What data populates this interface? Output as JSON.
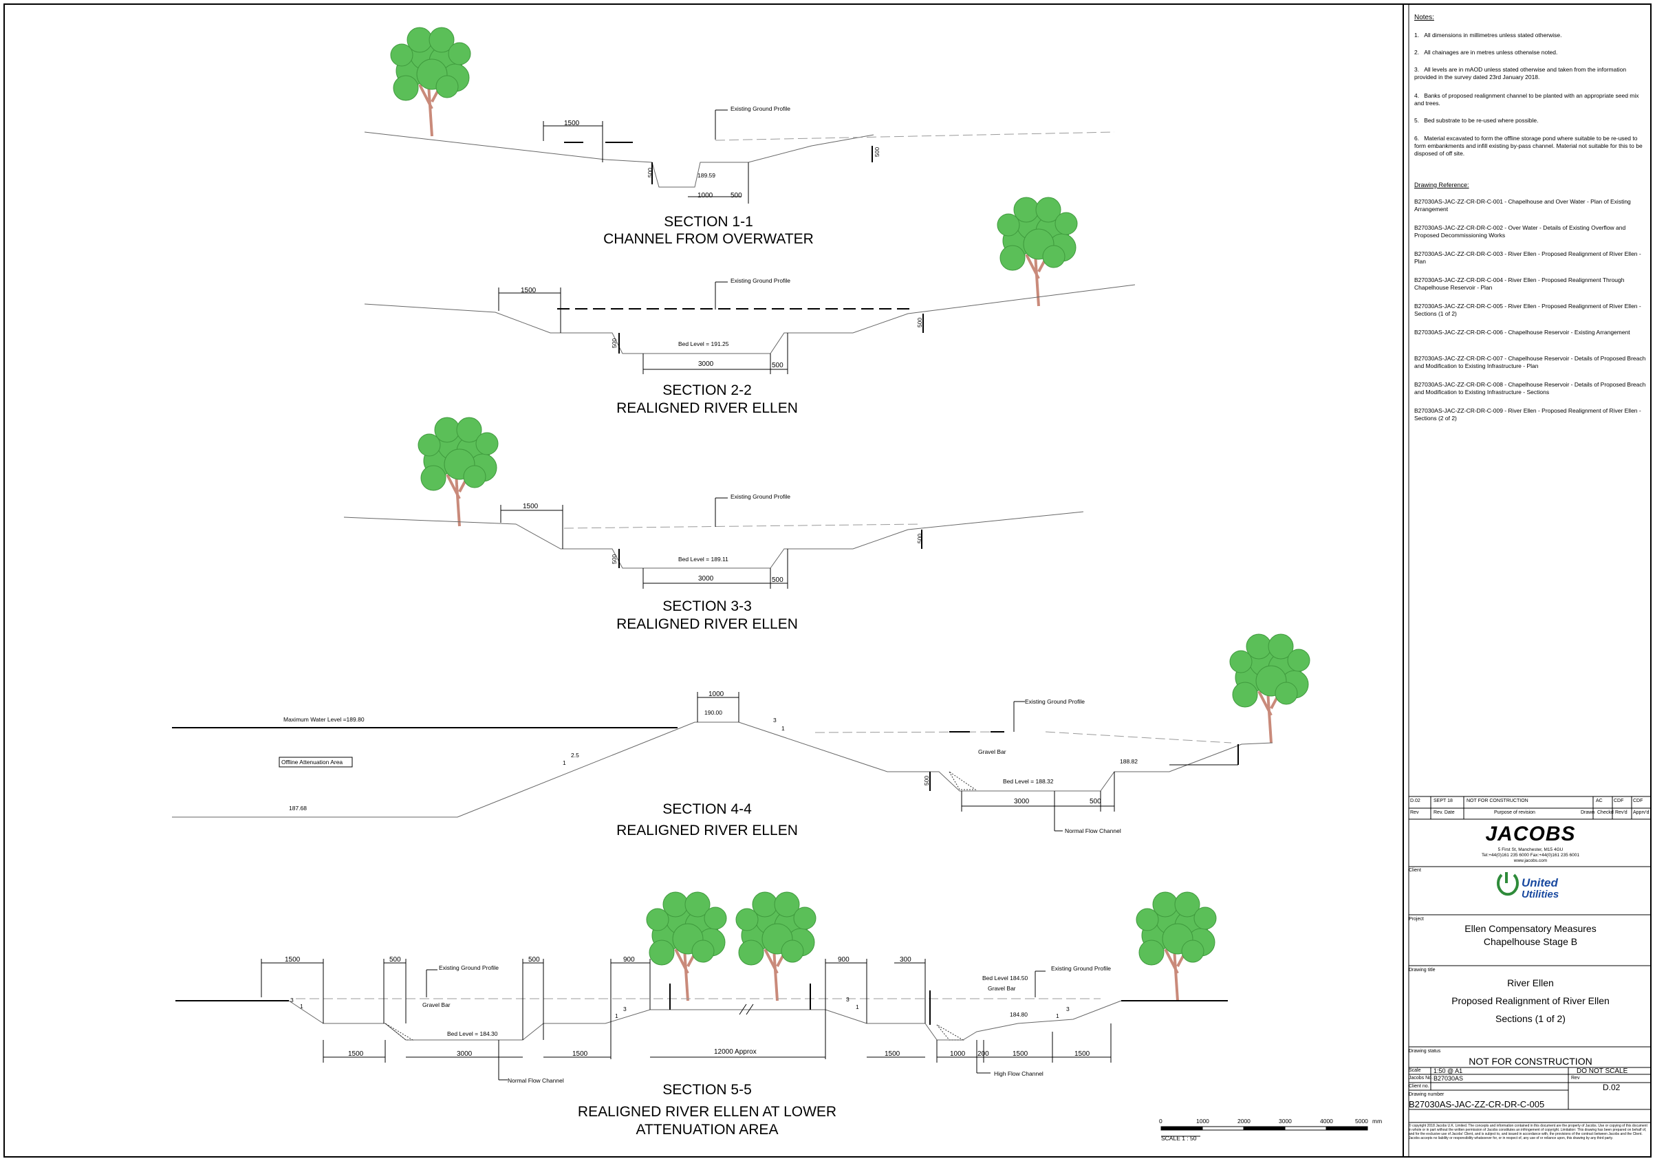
{
  "sections": [
    {
      "title": "SECTION 1-1",
      "subtitle": "CHANNEL FROM OVERWATER",
      "labels": {
        "ground": "Existing Ground Profile",
        "top_width": "1500",
        "bed_level": "189.59",
        "bed_width": "1000",
        "offset": "500",
        "depth_left": "500",
        "depth_right": "500"
      }
    },
    {
      "title": "SECTION 2-2",
      "subtitle": "REALIGNED RIVER ELLEN",
      "labels": {
        "ground": "Existing Ground Profile",
        "top_width": "1500",
        "bed_level": "Bed Level = 191.25",
        "bed_width": "3000",
        "offset": "500",
        "depth_left": "500",
        "depth_right": "500"
      }
    },
    {
      "title": "SECTION 3-3",
      "subtitle": "REALIGNED RIVER ELLEN",
      "labels": {
        "ground": "Existing Ground Profile",
        "top_width": "1500",
        "bed_level": "Bed Level = 189.11",
        "bed_width": "3000",
        "offset": "500",
        "depth_left": "500",
        "depth_right": "500"
      }
    },
    {
      "title": "SECTION 4-4",
      "subtitle": "REALIGNED RIVER ELLEN",
      "labels": {
        "ground": "Existing Ground Profile",
        "crest_width": "1000",
        "crest_level": "190.00",
        "max_water": "Maximum Water Level  =189.80",
        "area": "Offline Attenuation Area",
        "slope_run": "2.5",
        "slope_rise": "1",
        "slope3": "3",
        "slope1": "1",
        "low_level": "187.68",
        "gravel": "Gravel Bar",
        "bed_level": "Bed Level = 188.32",
        "bank_level": "188.82",
        "bed_width": "3000",
        "offset": "500",
        "depth": "500",
        "normal_channel": "Normal Flow Channel"
      }
    },
    {
      "title": "SECTION 5-5",
      "subtitle": "REALIGNED RIVER ELLEN AT LOWER",
      "subtitle2": "ATTENUATION AREA",
      "labels": {
        "ground": "Existing Ground Profile",
        "ground2": "Existing Ground Profile",
        "gravel": "Gravel Bar",
        "gravel2": "Gravel Bar",
        "bed_level": "Bed Level = 184.30",
        "bed_level2": "Bed Level 184.50",
        "bank_level": "184.80",
        "normal_channel": "Normal Flow Channel",
        "high_channel": "High Flow Channel",
        "approx": "12000 Approx",
        "d1500": "1500",
        "d500": "500",
        "d900": "900",
        "d300": "300",
        "d3000": "3000",
        "d1000": "1000",
        "d200": "200",
        "s3": "3",
        "s1": "1"
      }
    }
  ],
  "scale_bar": {
    "ticks": [
      "0",
      "1000",
      "2000",
      "3000",
      "4000",
      "5000"
    ],
    "unit": "mm",
    "label": "SCALE  1 : 50"
  },
  "notes": {
    "heading": "Notes:",
    "items": [
      {
        "num": "1.",
        "text": "All dimensions in millimetres unless stated otherwise."
      },
      {
        "num": "2.",
        "text": "All chainages are in metres unless otherwise noted."
      },
      {
        "num": "3.",
        "text": "All levels are in mAOD unless stated otherwise and taken from the information provided in the survey dated 23rd January 2018."
      },
      {
        "num": "4.",
        "text": "Banks of proposed realignment channel to be planted with an appropriate seed mix and trees."
      },
      {
        "num": "5.",
        "text": "Bed substrate to be re-used where possible."
      },
      {
        "num": "6.",
        "text": "Material excavated to form the offline storage pond where suitable to be re-used to form embankments and infill existing by-pass channel.  Material not suitable for this to be disposed of off site."
      }
    ]
  },
  "drawing_reference": {
    "heading": "Drawing Reference:",
    "items": [
      "B27030AS-JAC-ZZ-CR-DR-C-001 - Chapelhouse and Over Water - Plan of Existing Arrangement",
      "B27030AS-JAC-ZZ-CR-DR-C-002 - Over Water - Details of Existing Overflow and Proposed Decommissioning Works",
      "B27030AS-JAC-ZZ-CR-DR-C-003 - River Ellen - Proposed Realignment of River Ellen - Plan",
      "B27030AS-JAC-ZZ-CR-DR-C-004 - River Ellen - Proposed Realignment Through Chapelhouse Reservoir - Plan",
      "B27030AS-JAC-ZZ-CR-DR-C-005 - River Ellen - Proposed Realignment of River Ellen - Sections (1 of 2)",
      "B27030AS-JAC-ZZ-CR-DR-C-006 - Chapelhouse Reservoir - Existing Arrangement",
      "B27030AS-JAC-ZZ-CR-DR-C-007 - Chapelhouse Reservoir - Details of Proposed Breach and Modification to Existing Infrastructure - Plan",
      "B27030AS-JAC-ZZ-CR-DR-C-008 - Chapelhouse Reservoir - Details of Proposed Breach and Modification to Existing Infrastructure - Sections",
      "B27030AS-JAC-ZZ-CR-DR-C-009 - River Ellen - Proposed Realignment of River Ellen - Sections (2 of 2)"
    ]
  },
  "revision": {
    "row": {
      "rev": "D.02",
      "date": "SEPT 18",
      "purpose": "NOT FOR CONSTRUCTION",
      "drawn": "AC",
      "checked": "CDF",
      "approved": "CDF"
    },
    "headers": {
      "rev": "Rev",
      "date": "Rev. Date",
      "purpose": "Purpose of revision",
      "drawn": "Drawn",
      "checked": "Checkd",
      "rev_by": "Rev'd",
      "apprvd": "Apprv'd"
    }
  },
  "company": {
    "name": "JACOBS",
    "address": "5 First St, Manchester, M15 4GU",
    "contact": "Tel:+44(0)161 235 6000   Fax:+44(0)161 235 6001",
    "web": "www.jacobs.com"
  },
  "client": {
    "label": "Client",
    "line1": "United",
    "line2": "Utilities"
  },
  "project": {
    "label": "Project",
    "line1": "Ellen Compensatory Measures",
    "line2": "Chapelhouse Stage B"
  },
  "drawing_title": {
    "label": "Drawing title",
    "line1": "River Ellen",
    "line2": "Proposed Realignment of River Ellen",
    "line3": "Sections (1 of 2)"
  },
  "status": {
    "label": "Drawing status",
    "value": "NOT FOR CONSTRUCTION"
  },
  "info": {
    "scale_label": "Scale",
    "scale": "1:50 @ A1",
    "do_not_scale": "DO NOT SCALE",
    "jacobs_no_label": "Jacobs No.",
    "jacobs_no": "B27030AS",
    "rev_label": "Rev",
    "rev": "D.02",
    "client_no_label": "Client no.",
    "drawing_no_label": "Drawing number",
    "drawing_no": "B27030AS-JAC-ZZ-CR-DR-C-005"
  },
  "copyright": "© copyright 2018 Jacobs U.K. Limited. The concepts and information contained in this document are the property of Jacobs. Use or copying of this document in whole or in part without the written permission of Jacobs constitutes an infringement of copyright. Limitation: This drawing has been prepared on behalf of, and for the exclusive use of Jacobs' Client, and is subject to, and issued in accordance with, the provisions of the contract between Jacobs and the Client. Jacobs accepts no liability or responsibility whatsoever for, or in respect of, any use of or reliance upon, this drawing by any third party.",
  "colors": {
    "foliage": "#5bbf58",
    "foliage_dark": "#3f9a3d",
    "trunk": "#c98a7a",
    "line": "#000000",
    "ground": "#9a9a9a",
    "utilities_green": "#2e8b3a",
    "utilities_blue": "#1a4aa0"
  }
}
